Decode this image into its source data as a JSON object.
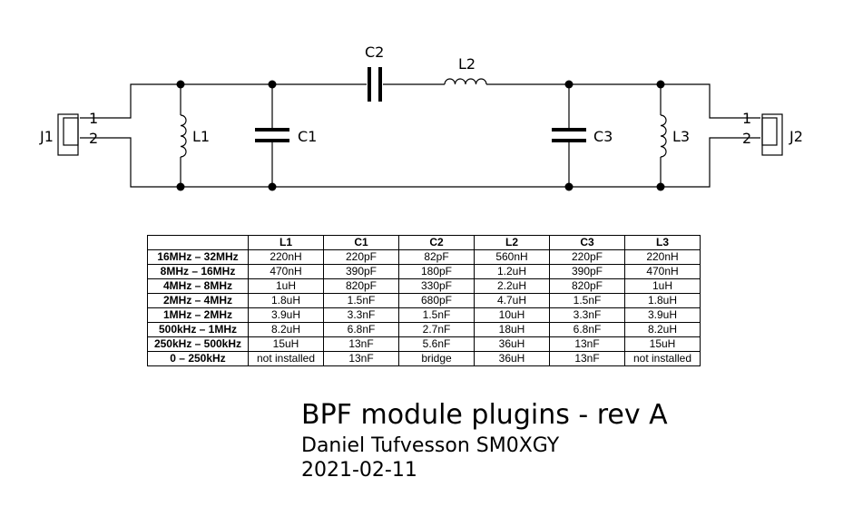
{
  "schematic": {
    "connectors": [
      {
        "ref": "J1",
        "pins": [
          "1",
          "2"
        ]
      },
      {
        "ref": "J2",
        "pins": [
          "1",
          "2"
        ]
      }
    ],
    "components": {
      "L1": "L1",
      "C1": "C1",
      "C2": "C2",
      "L2": "L2",
      "C3": "C3",
      "L3": "L3"
    }
  },
  "table": {
    "columns": [
      "",
      "L1",
      "C1",
      "C2",
      "L2",
      "C3",
      "L3"
    ],
    "rows": [
      [
        "16MHz – 32MHz",
        "220nH",
        "220pF",
        "82pF",
        "560nH",
        "220pF",
        "220nH"
      ],
      [
        "8MHz – 16MHz",
        "470nH",
        "390pF",
        "180pF",
        "1.2uH",
        "390pF",
        "470nH"
      ],
      [
        "4MHz – 8MHz",
        "1uH",
        "820pF",
        "330pF",
        "2.2uH",
        "820pF",
        "1uH"
      ],
      [
        "2MHz – 4MHz",
        "1.8uH",
        "1.5nF",
        "680pF",
        "4.7uH",
        "1.5nF",
        "1.8uH"
      ],
      [
        "1MHz – 2MHz",
        "3.9uH",
        "3.3nF",
        "1.5nF",
        "10uH",
        "3.3nF",
        "3.9uH"
      ],
      [
        "500kHz – 1MHz",
        "8.2uH",
        "6.8nF",
        "2.7nF",
        "18uH",
        "6.8nF",
        "8.2uH"
      ],
      [
        "250kHz – 500kHz",
        "15uH",
        "13nF",
        "5.6nF",
        "36uH",
        "13nF",
        "15uH"
      ],
      [
        "0 – 250kHz",
        "not installed",
        "13nF",
        "bridge",
        "36uH",
        "13nF",
        "not installed"
      ]
    ]
  },
  "title_block": {
    "title": "BPF module plugins - rev A",
    "author": "Daniel Tufvesson SM0XGY",
    "date": "2021-02-11"
  }
}
